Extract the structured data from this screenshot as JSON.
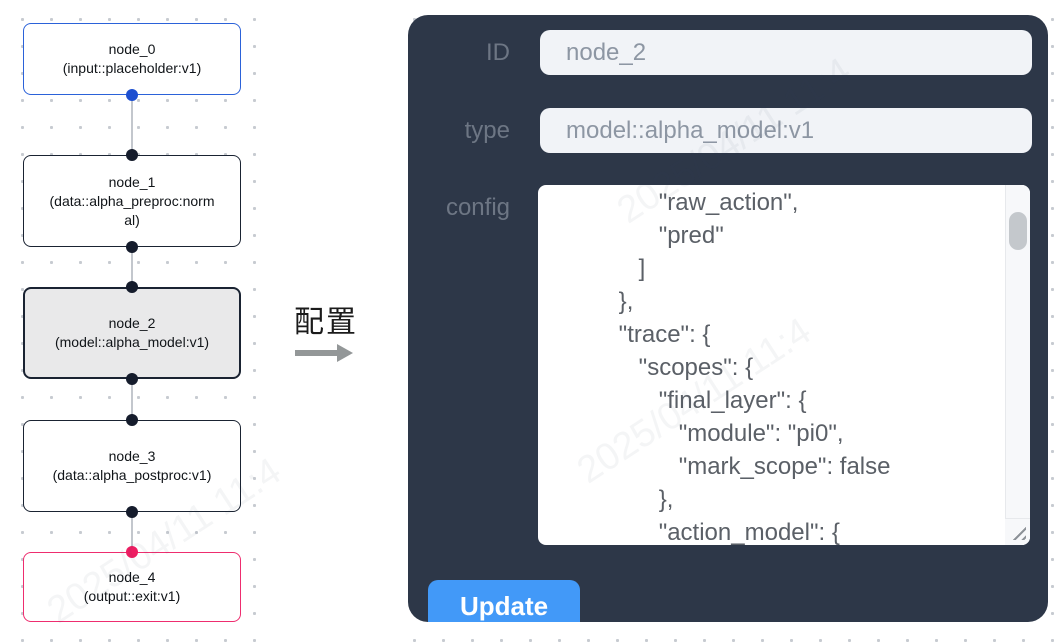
{
  "canvas": {
    "nodes": [
      {
        "id": "node_0",
        "title": "node_0",
        "subtitle": "(input::placeholder:v1)",
        "variant": "input"
      },
      {
        "id": "node_1",
        "title": "node_1",
        "subtitle": "(data::alpha_preproc:normal)",
        "variant": "default"
      },
      {
        "id": "node_2",
        "title": "node_2",
        "subtitle": "(model::alpha_model:v1)",
        "variant": "selected"
      },
      {
        "id": "node_3",
        "title": "node_3",
        "subtitle": "(data::alpha_postproc:v1)",
        "variant": "default"
      },
      {
        "id": "node_4",
        "title": "node_4",
        "subtitle": "(output::exit:v1)",
        "variant": "output"
      }
    ]
  },
  "transition": {
    "label": "配置"
  },
  "panel": {
    "id_label": "ID",
    "id_value": "node_2",
    "type_label": "type",
    "type_value": "model::alpha_model:v1",
    "config_label": "config",
    "config_text": "                \"raw_action\",\n                \"pred\"\n             ]\n          },\n          \"trace\": {\n             \"scopes\": {\n                \"final_layer\": {\n                   \"module\": \"pi0\",\n                   \"mark_scope\": false\n                },\n                \"action_model\": {",
    "update_label": "Update"
  },
  "watermark": "2025/04/11 11:4",
  "colors": {
    "panel_bg": "#2d3748",
    "button_blue": "#4299f8",
    "input_bg": "#f1f3f7",
    "node_input_blue": "#2b62d9",
    "node_output_pink": "#ee2d6f",
    "handle_blue": "#1d4fd0",
    "handle_pink": "#ee1d62",
    "handle_dark": "#151c2c",
    "selected_node_bg": "#e9e9ea"
  }
}
